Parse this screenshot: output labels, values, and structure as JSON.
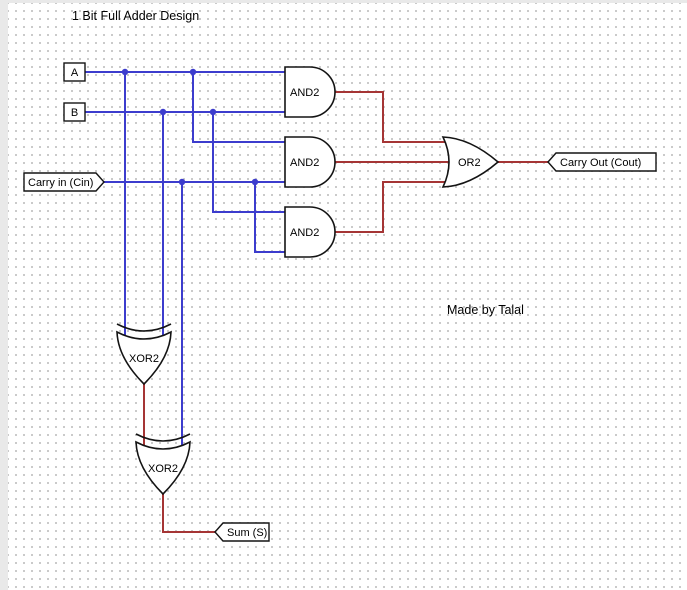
{
  "title": "1 Bit Full Adder Design",
  "author_note": "Made by Talal",
  "colors": {
    "wire_blue": "#3c3ccd",
    "wire_red": "#a53535",
    "gate_outline": "#141414",
    "grid_dot": "#c6c6c6",
    "canvas_bg": "#ffffff"
  },
  "pins": {
    "a": {
      "label": "A"
    },
    "b": {
      "label": "B"
    },
    "cin": {
      "label": "Carry in (Cin)"
    },
    "cout": {
      "label": "Carry Out (Cout)"
    },
    "sum": {
      "label": "Sum (S)"
    }
  },
  "gates": {
    "and1": {
      "label": "AND2"
    },
    "and2": {
      "label": "AND2"
    },
    "and3": {
      "label": "AND2"
    },
    "or1": {
      "label": "OR2"
    },
    "xor1": {
      "label": "XOR2"
    },
    "xor2": {
      "label": "XOR2"
    }
  }
}
